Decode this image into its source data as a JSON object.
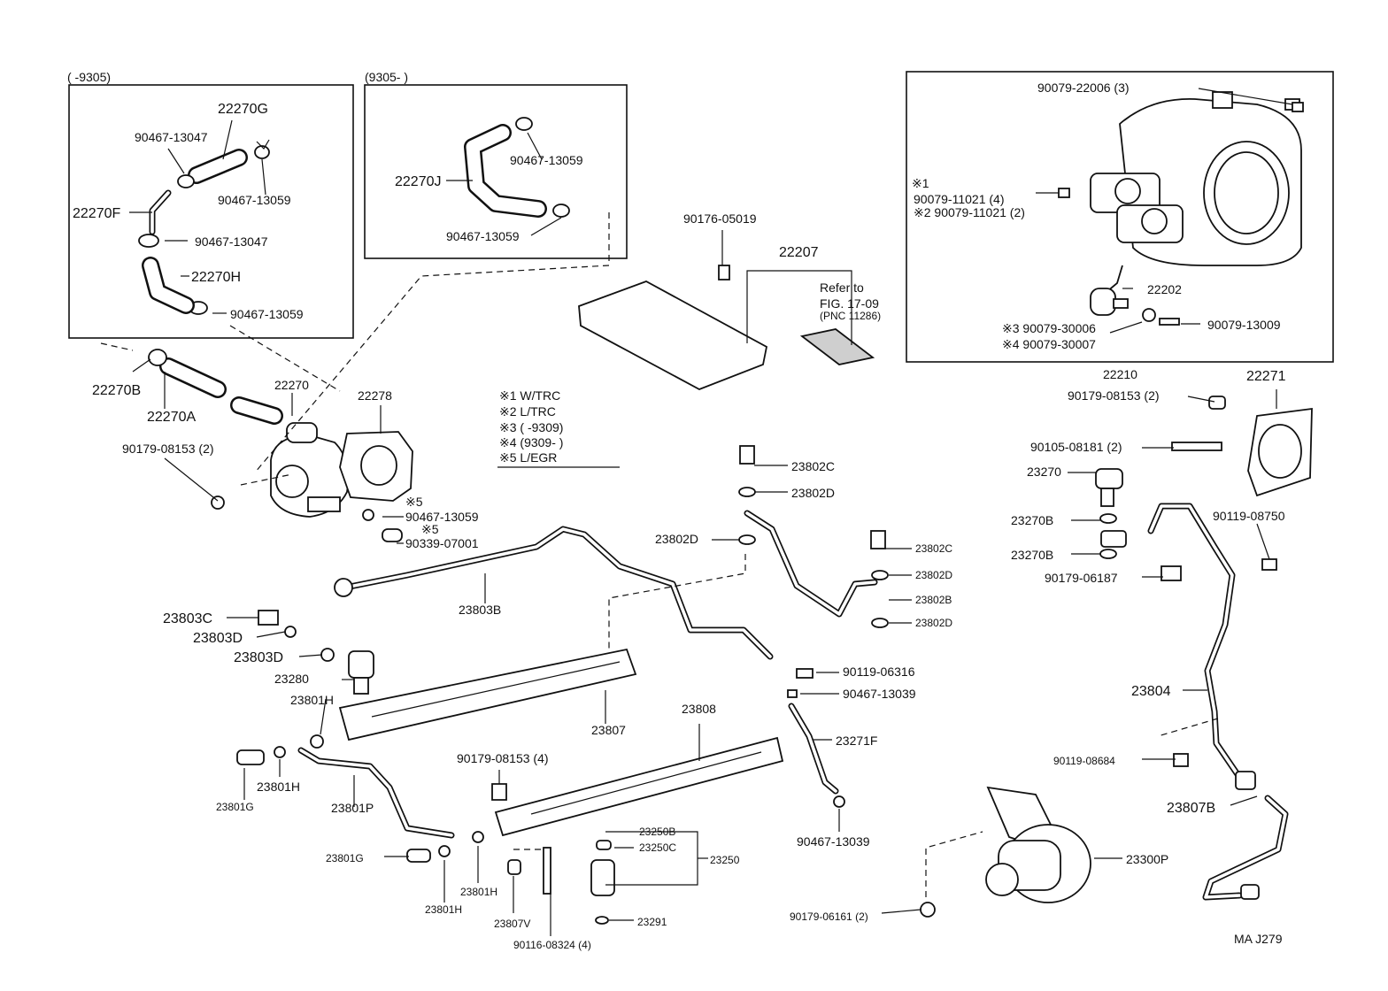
{
  "labels": {
    "inset_left_range": "(      -9305)",
    "inset_mid_range": "(9305-         )",
    "p22270G": "22270G",
    "p90467_13047_a": "90467-13047",
    "p90467_13059_a": "90467-13059",
    "p22270F": "22270F",
    "p90467_13047_b": "90467-13047",
    "p22270H": "22270H",
    "p90467_13059_b": "90467-13059",
    "p90467_13059_c": "90467-13059",
    "p22270J": "22270J",
    "p90467_13059_d": "90467-13059",
    "p90176_05019": "90176-05019",
    "p22207": "22207",
    "refer_to": "Refer to",
    "fig_ref": "FIG. 17-09",
    "pnc_ref": "(PNC 11286)",
    "p90079_22006": "90079-22006 (3)",
    "mark1": "※1",
    "p90079_11021_a": "90079-11021 (4)",
    "p90079_11021_b": "※2 90079-11021 (2)",
    "p22202": "22202",
    "p90079_30006": "※3 90079-30006",
    "p90079_13009": "90079-13009",
    "p90079_30007": "※4 90079-30007",
    "p22210": "22210",
    "p22270B": "22270B",
    "p22270A": "22270A",
    "p22270": "22270",
    "p22278": "22278",
    "p90179_08153_left": "90179-08153 (2)",
    "mark5_a": "※5",
    "p90467_13059_e": "90467-13059",
    "mark5_b": "※5",
    "p90339_07001": "90339-07001",
    "legend_1": "※1  W/TRC",
    "legend_2": "※2  L/TRC",
    "legend_3": "※3  (        -9309)",
    "legend_4": "※4  (9309-         )",
    "legend_5": "※5  L/EGR",
    "p90179_08153_right": "90179-08153 (2)",
    "p22271": "22271",
    "p90105_08181": "90105-08181 (2)",
    "p23270": "23270",
    "p23270B_a": "23270B",
    "p23270B_b": "23270B",
    "p90119_08750": "90119-08750",
    "p90179_06187": "90179-06187",
    "p23802C_a": "23802C",
    "p23802D_a": "23802D",
    "p23802D_b": "23802D",
    "p23802C_b": "23802C",
    "p23802D_c": "23802D",
    "p23802B": "23802B",
    "p23802D_d": "23802D",
    "p23803B": "23803B",
    "p23803C": "23803C",
    "p23803D_a": "23803D",
    "p23803D_b": "23803D",
    "p23280": "23280",
    "p23801H_a": "23801H",
    "p23807": "23807",
    "p90119_06316": "90119-06316",
    "p90467_13039_a": "90467-13039",
    "p23271F": "23271F",
    "p23804": "23804",
    "p23808": "23808",
    "p90179_08153_4": "90179-08153 (4)",
    "p23801G_a": "23801G",
    "p23801H_b": "23801H",
    "p23801P": "23801P",
    "p23801G_b": "23801G",
    "p23801H_c": "23801H",
    "p23801H_d": "23801H",
    "p23250B": "23250B",
    "p23250C": "23250C",
    "p23250": "23250",
    "p23807V": "23807V",
    "p90116_08324": "90116-08324 (4)",
    "p23291": "23291",
    "p90467_13039_b": "90467-13039",
    "p90119_08684": "90119-08684",
    "p23807B": "23807B",
    "p23300P": "23300P",
    "p90179_06161": "90179-06161 (2)",
    "drawing_code": "MA J279"
  }
}
